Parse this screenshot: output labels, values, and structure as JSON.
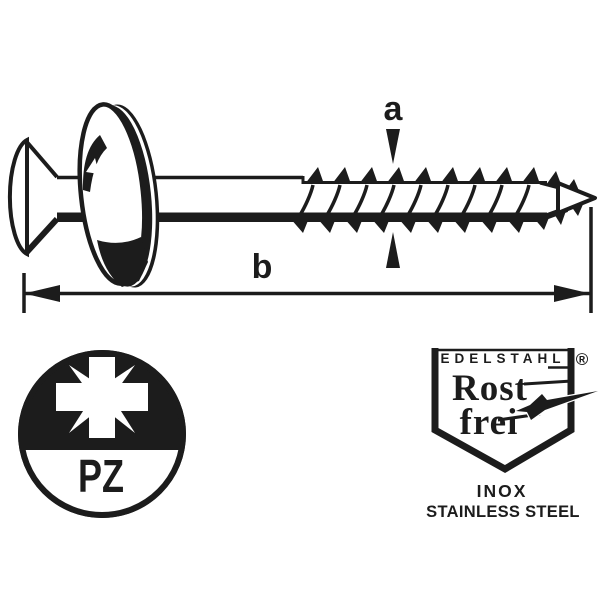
{
  "colors": {
    "ink": "#1c1c1c",
    "paper": "#ffffff"
  },
  "dimensions": {
    "diameter_label": "a",
    "length_label": "b"
  },
  "drive_badge": {
    "icon": "pozidriv-cross-icon",
    "label": "PZ"
  },
  "material_badge": {
    "icon": "rostfrei-shield-star-icon",
    "banner": "EDELSTAHL",
    "registered_mark": "®",
    "word_line1": "Rost",
    "word_line2": "frei",
    "caption_line1": "INOX",
    "caption_line2": "STAINLESS STEEL"
  }
}
